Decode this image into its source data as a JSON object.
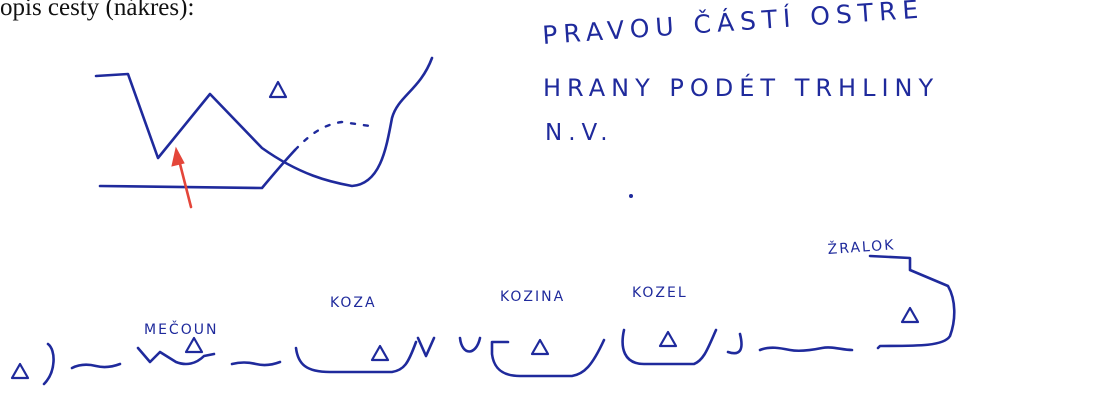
{
  "document": {
    "header_label": "opis cesty (nákres):",
    "note_lines": [
      "PRAVOU ČÁSTÍ OSTRÉ",
      "HRANY PODÉT TRHLINY",
      "N.V."
    ]
  },
  "route_sketch": {
    "summit_labels": {
      "meloun": "MEČOUN",
      "koza": "KOZA",
      "kozina": "KOZINA",
      "kozel": "KOZEL",
      "zralok": "ŽRALOK"
    }
  },
  "colors": {
    "ink": "#1f2a9c",
    "arrow": "#e4463a",
    "paper": "#ffffff"
  }
}
